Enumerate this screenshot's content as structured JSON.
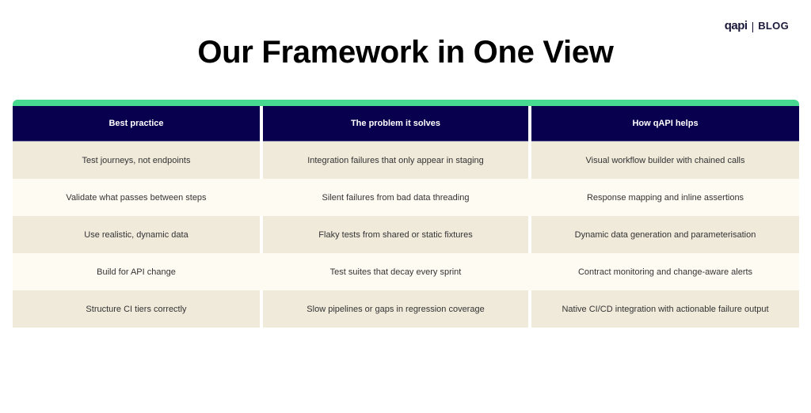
{
  "brand": {
    "logo": "qapi",
    "separator": "|",
    "section": "BLOG"
  },
  "title": "Our Framework in One View",
  "colors": {
    "accent": "#46d98f",
    "header_bg": "#08004f",
    "row_odd": "#f0eadb",
    "row_even": "#fefbf3"
  },
  "table": {
    "headers": [
      "Best practice",
      "The problem it solves",
      "How qAPI helps"
    ],
    "rows": [
      [
        "Test journeys, not endpoints",
        "Integration failures that only appear in staging",
        "Visual workflow builder with chained calls"
      ],
      [
        "Validate what passes between steps",
        "Silent failures from bad data threading",
        "Response mapping and inline assertions"
      ],
      [
        "Use realistic, dynamic data",
        "Flaky tests from shared or static fixtures",
        "Dynamic data generation and parameterisation"
      ],
      [
        "Build for API change",
        "Test suites that decay every sprint",
        "Contract monitoring and change-aware alerts"
      ],
      [
        "Structure CI tiers correctly",
        "Slow pipelines or gaps in regression coverage",
        "Native CI/CD integration with actionable failure output"
      ]
    ]
  }
}
